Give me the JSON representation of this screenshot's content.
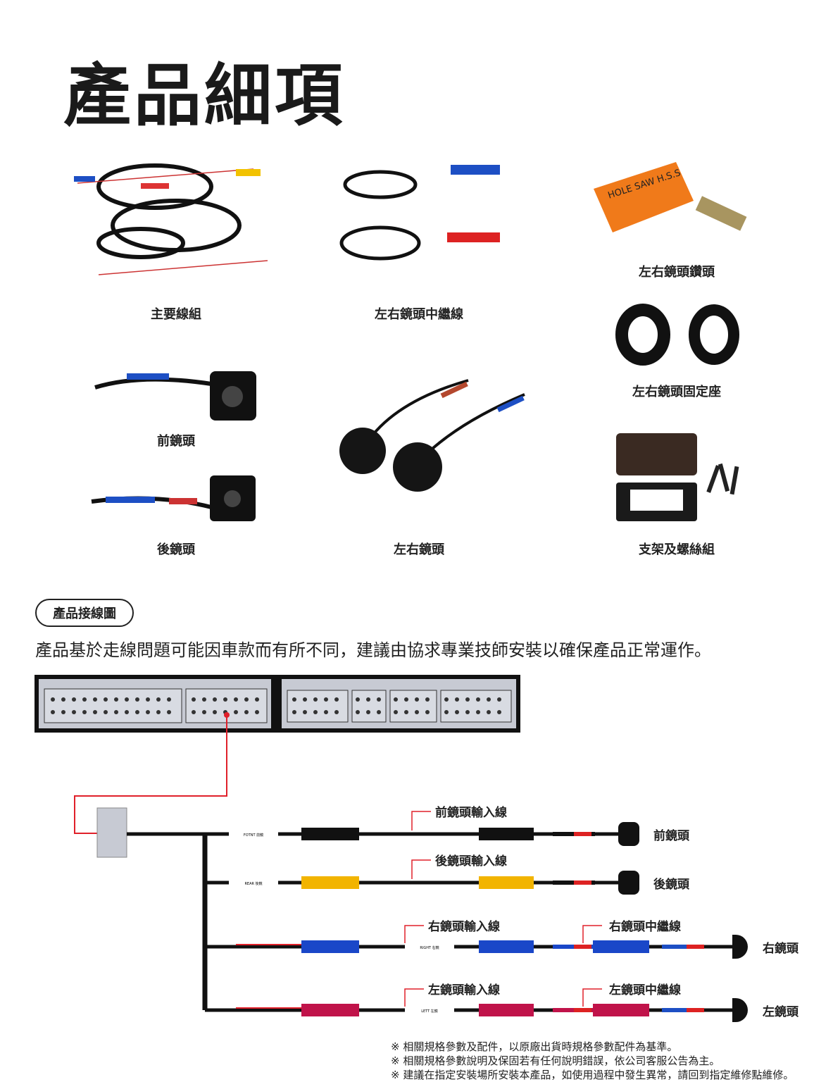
{
  "title": "產品細項",
  "products": [
    {
      "label": "主要線組"
    },
    {
      "label": "左右鏡頭中繼線"
    },
    {
      "label": "左右鏡頭鑽頭"
    },
    {
      "label": "左右鏡頭固定座"
    },
    {
      "label": "前鏡頭"
    },
    {
      "label": "後鏡頭"
    },
    {
      "label": "左右鏡頭"
    },
    {
      "label": "支架及螺絲組"
    }
  ],
  "hole_saw_box_text": "HOLE SAW H.S.S",
  "wiring": {
    "section_label": "產品接線圖",
    "note": "產品基於走線問題可能因車款而有所不同，建議由協求專業技師安裝以確保產品正常運作。",
    "rows": [
      {
        "input_label": "前鏡頭輸入線",
        "tag": "FOTNT 前鏡",
        "camera": "前鏡頭",
        "color": "#111111"
      },
      {
        "input_label": "後鏡頭輸入線",
        "tag": "REAR 後鏡",
        "camera": "後鏡頭",
        "color": "#f2b400"
      },
      {
        "input_label": "右鏡頭輸入線",
        "relay_label": "右鏡頭中繼線",
        "tag": "RIGHT 右鏡",
        "camera": "右鏡頭",
        "color": "#1a47c8"
      },
      {
        "input_label": "左鏡頭輸入線",
        "relay_label": "左鏡頭中繼線",
        "tag": "LETT 左鏡",
        "camera": "左鏡頭",
        "color": "#c0134a"
      }
    ],
    "accent_color": "#e0202a"
  },
  "footnotes": [
    "※ 相關規格參數及配件，以原廠出貨時規格參數配件為基準。",
    "※ 相關規格參數說明及保固若有任何說明錯誤，依公司客服公告為主。",
    "※ 建議在指定安裝場所安裝本產品，如使用過程中發生異常，請回到指定維修點維修。"
  ]
}
